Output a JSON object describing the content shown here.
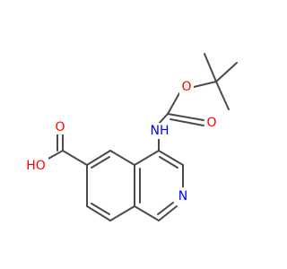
{
  "molecule": {
    "colors": {
      "bond": "#4a4a4a",
      "oxygen": "#ff0000",
      "nitrogen": "#0000ff"
    },
    "labels": {
      "carbonyl_o1": "O",
      "ester_o": "O",
      "amine_nh": "NH",
      "ring_n": "N",
      "acid_o2": "O",
      "acid_oh": "HO"
    }
  }
}
